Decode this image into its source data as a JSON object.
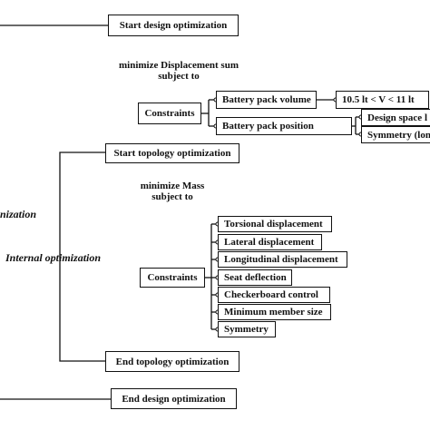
{
  "diagram": {
    "start_design": "Start design optimization",
    "objective_design": [
      "minimize Displacement sum",
      "subject to"
    ],
    "constraints_design": "Constraints",
    "battery_volume": "Battery pack volume",
    "volume_range": "10.5 lt < V < 11 lt",
    "battery_position": "Battery pack position",
    "design_space": "Design space l",
    "symmetry_lon": "Symmetry (lon",
    "outer_label": "nization",
    "start_topology": "Start topology optimization",
    "objective_topology": [
      "minimize Mass",
      "subject to"
    ],
    "internal_label": "Internal optimization",
    "constraints_topology": "Constraints",
    "topology_constraints": [
      "Torsional displacement",
      "Lateral displacement",
      "Longitudinal displacement",
      "Seat deflection",
      "Checkerboard control",
      "Minimum member size",
      "Symmetry"
    ],
    "end_topology": "End topology optimization",
    "end_design": "End design optimization"
  }
}
